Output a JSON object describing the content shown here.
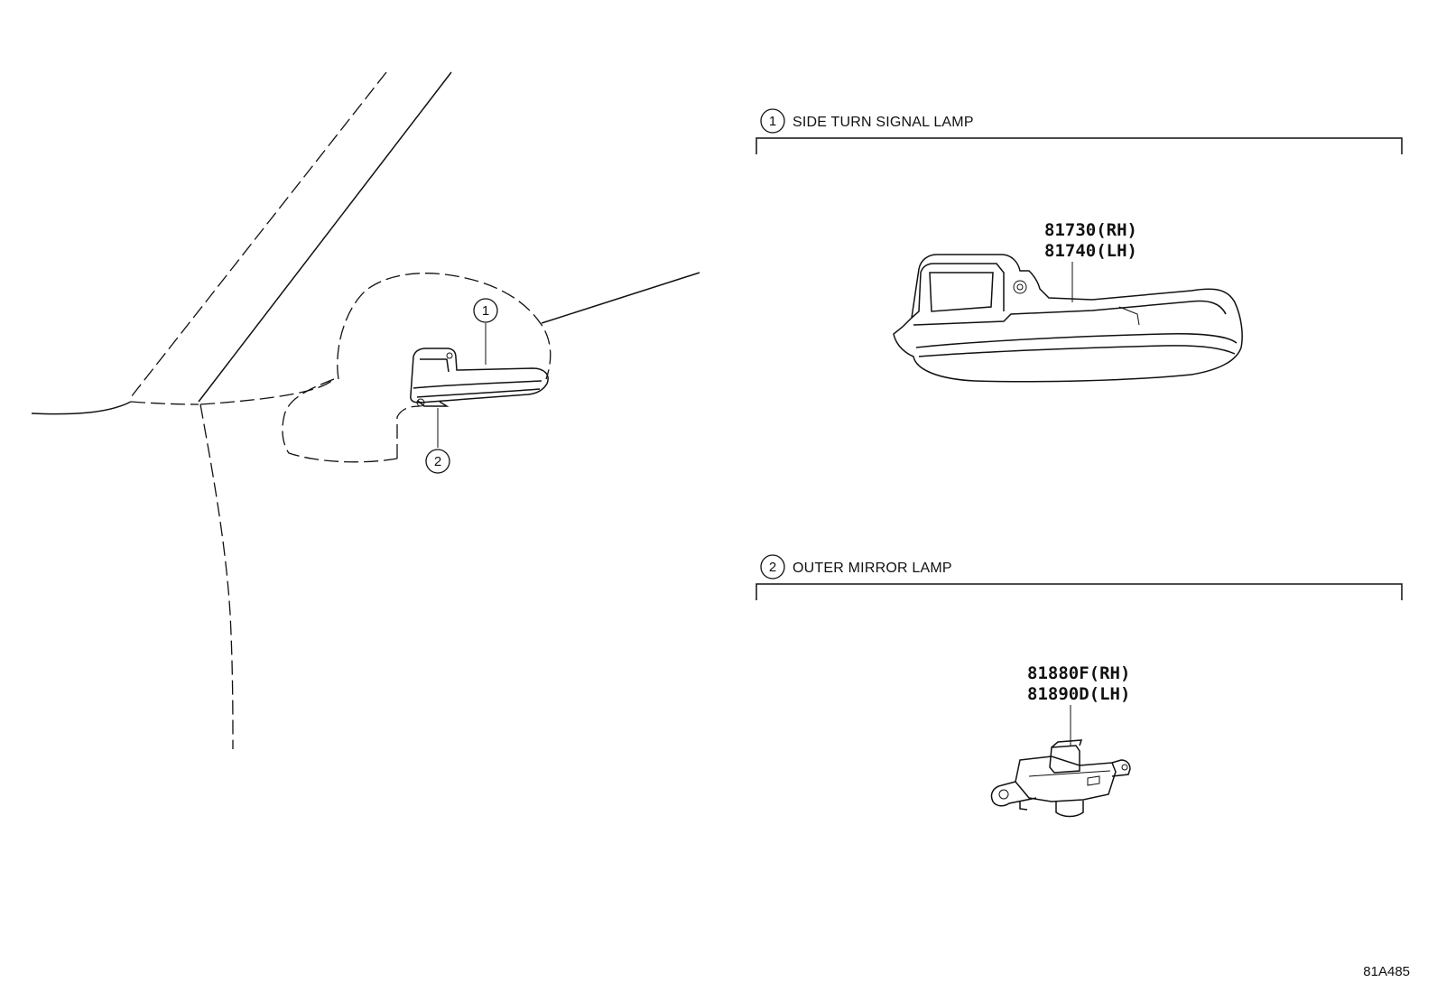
{
  "callouts": {
    "one": "1",
    "two": "2"
  },
  "sections": [
    {
      "number": "1",
      "title": "SIDE TURN SIGNAL LAMP",
      "parts": [
        "81730(RH)",
        "81740(LH)"
      ]
    },
    {
      "number": "2",
      "title": "OUTER MIRROR LAMP",
      "parts": [
        "81880F(RH)",
        "81890D(LH)"
      ]
    }
  ],
  "diagram_code": "81A485"
}
